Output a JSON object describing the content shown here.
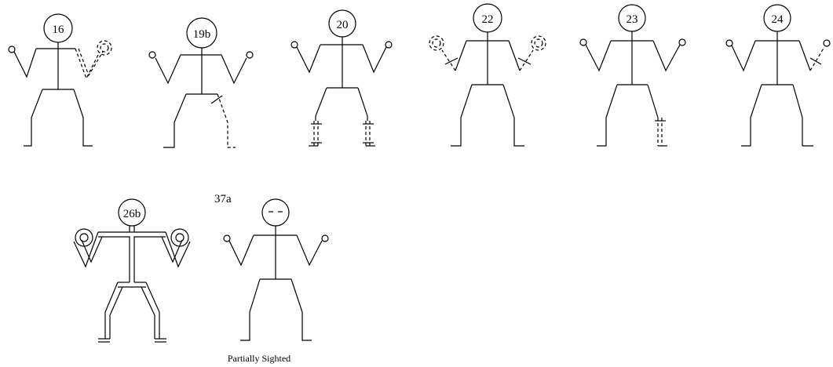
{
  "figures": [
    {
      "id": "fig-16",
      "label": "16",
      "note": "right arm dashed (double line) with dashed hand"
    },
    {
      "id": "fig-19b",
      "label": "19b",
      "note": "right leg dashed with tick mark"
    },
    {
      "id": "fig-20",
      "label": "20",
      "note": "both lower legs double dashed with crossbars"
    },
    {
      "id": "fig-22",
      "label": "22",
      "note": "both forearms dashed with crossmarks and dashed hands"
    },
    {
      "id": "fig-23",
      "label": "23",
      "note": "right lower leg double dashed"
    },
    {
      "id": "fig-24",
      "label": "24",
      "note": "right forearm dashed with crossmark"
    },
    {
      "id": "fig-26b",
      "label": "26b",
      "note": "double-outlined body, double-circle hands"
    },
    {
      "id": "fig-37a",
      "label": "37a",
      "caption": "Partially Sighted",
      "note": "dashes for eyes inside head"
    }
  ]
}
